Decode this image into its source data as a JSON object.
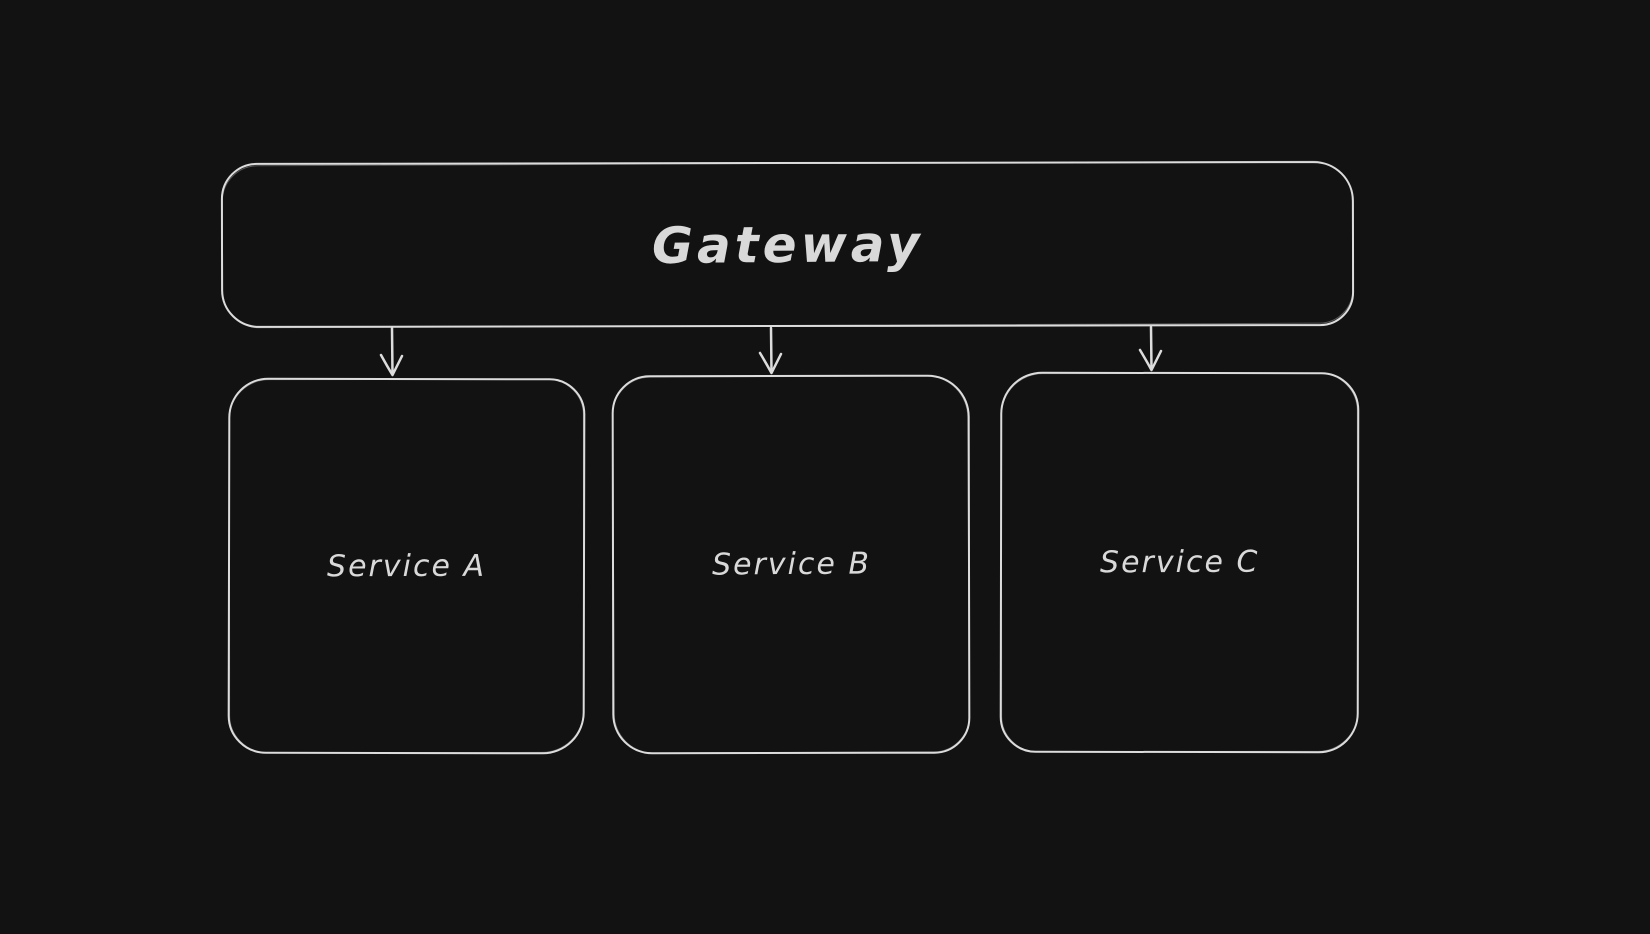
{
  "canvas": {
    "background_color": "#121212",
    "stroke_color": "#dcdcdc",
    "text_color": "#d9d9d9",
    "style": "hand-drawn sketch (excalidraw-like), dark theme"
  },
  "diagram": {
    "type": "architecture-diagram",
    "nodes": [
      {
        "id": "gateway",
        "label": "Gateway",
        "shape": "rounded-rectangle",
        "row": "top"
      },
      {
        "id": "service-a",
        "label": "Service A",
        "shape": "rounded-rectangle",
        "row": "bottom"
      },
      {
        "id": "service-b",
        "label": "Service B",
        "shape": "rounded-rectangle",
        "row": "bottom"
      },
      {
        "id": "service-c",
        "label": "Service C",
        "shape": "rounded-rectangle",
        "row": "bottom"
      }
    ],
    "edges": [
      {
        "from": "gateway",
        "to": "service-a",
        "arrow": "down"
      },
      {
        "from": "gateway",
        "to": "service-b",
        "arrow": "down"
      },
      {
        "from": "gateway",
        "to": "service-c",
        "arrow": "down"
      }
    ]
  }
}
